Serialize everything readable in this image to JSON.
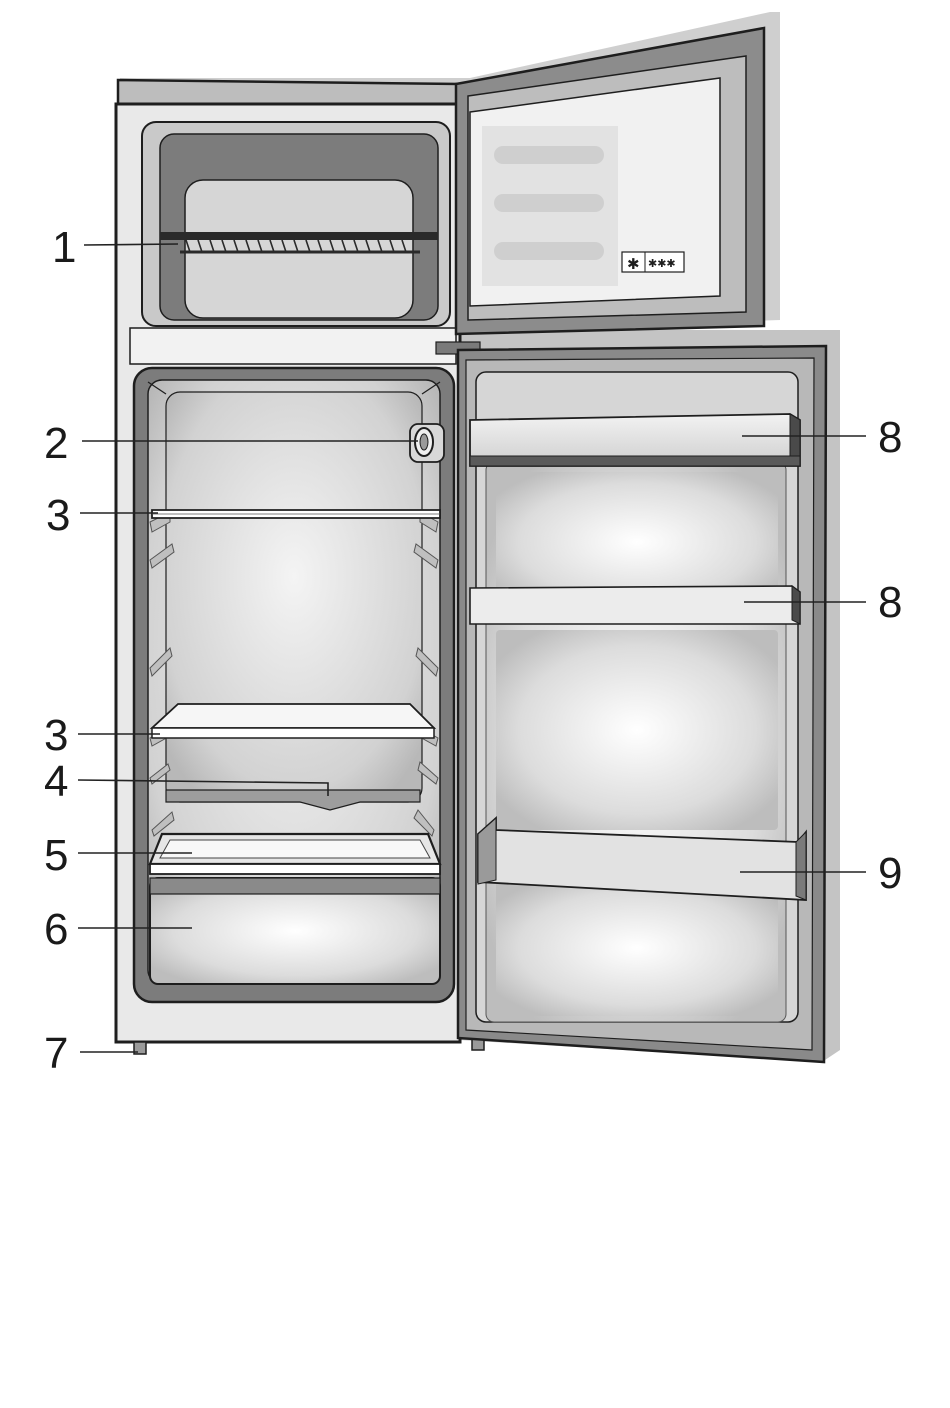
{
  "callouts": [
    {
      "id": "c1",
      "text": "1"
    },
    {
      "id": "c2",
      "text": "2"
    },
    {
      "id": "c3a",
      "text": "3"
    },
    {
      "id": "c3b",
      "text": "3"
    },
    {
      "id": "c4",
      "text": "4"
    },
    {
      "id": "c5",
      "text": "5"
    },
    {
      "id": "c6",
      "text": "6"
    },
    {
      "id": "c7",
      "text": "7"
    },
    {
      "id": "c8a",
      "text": "8"
    },
    {
      "id": "c8b",
      "text": "8"
    },
    {
      "id": "c9",
      "text": "9"
    }
  ],
  "freezer_door_label": {
    "snowflake": "✱",
    "stars": "✱✱✱"
  },
  "colors": {
    "outline": "#1e1e1e",
    "cabinet_gray": "#8a8a8a",
    "liner_light": "#e6e6e6",
    "shadow": "#c8c8c8"
  }
}
